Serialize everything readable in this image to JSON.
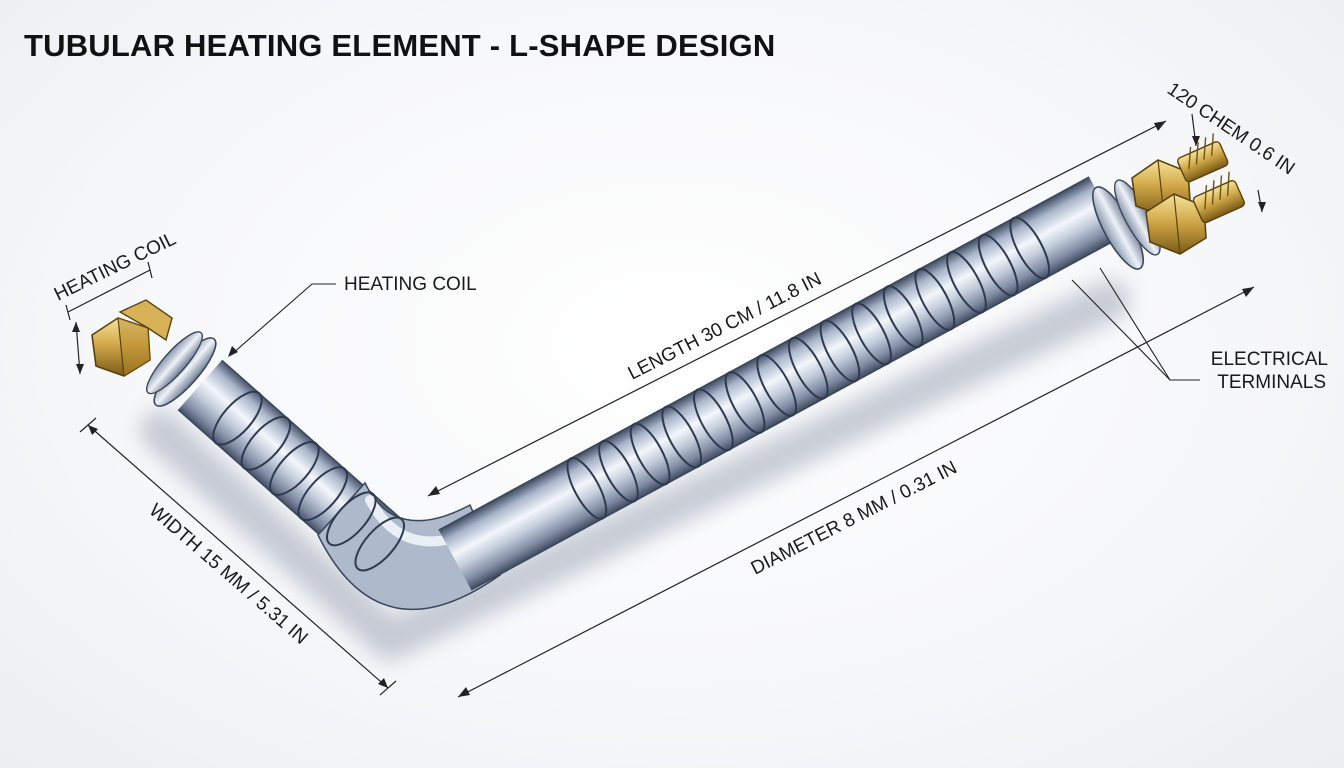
{
  "title": "TUBULAR HEATING ELEMENT - L-SHAPE DESIGN",
  "labels": {
    "heating_coil_callout": "HEATING COIL",
    "heating_coil_dimension": "HEATING COIL",
    "length": "LENGTH 30 CM / 11.8 IN",
    "width": "WIDTH 15 MM / 5.31 IN",
    "diameter": "DIAMETER 8 MM / 0.31 IN",
    "terminal_spec": "120 CHEM 0.6 IN",
    "electrical_terminals_line1": "ELECTRICAL",
    "electrical_terminals_line2": "TERMINALS"
  },
  "colors": {
    "tube_light": "#f2f5fa",
    "tube_mid": "#a9b6cb",
    "tube_dark": "#4d5a70",
    "brass_light": "#f3dc8a",
    "brass_dark": "#8a6a1c",
    "ink": "#1a1a1a"
  }
}
